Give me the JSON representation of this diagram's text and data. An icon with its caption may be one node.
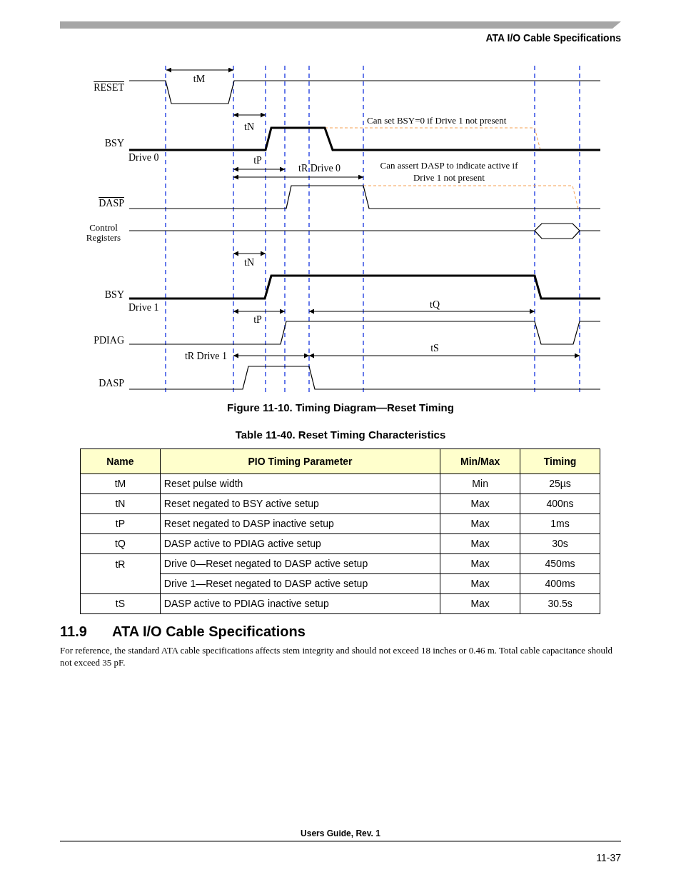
{
  "diagram": {
    "caption": "Figure 11-10. Timing Diagram—Reset Timing",
    "labels": [
      "ATA I/O Cable Specifications",
      "tM",
      "RESET",
      "tN",
      "Can set BSY=0 if Drive 1 not present",
      "BSY",
      "Drive 0",
      "tP",
      "tR Drive 0",
      "Can assert DASP to indicate active if Drive 1 not present",
      "DASP",
      "Control Registers",
      "tN",
      "BSY",
      "Drive 1",
      "tQ",
      "tP",
      "PDIAG",
      "tR Drive 1",
      "tS",
      "DASP",
      "Table 11-40. Reset Timing Characteristics",
      "Name",
      "PIO Timing Parameter",
      "Min/Max",
      "Timing",
      "tM",
      "Reset pulse width",
      "Min",
      "25µs",
      "tN",
      "Reset negated to BSY active setup",
      "Max",
      "400ns",
      "tP",
      "Reset negated to DASP inactive setup",
      "Max",
      "1ms",
      "tQ",
      "DASP active to PDIAG active setup",
      "Max",
      "30s",
      "tR",
      "Drive 0—Reset negated to DASP active setup",
      "Max",
      "450ms",
      "Drive 1—Reset negated to DASP active setup",
      "Max",
      "400ms",
      "tS",
      "DASP active to PDIAG inactive setup",
      "Max",
      "30.5s",
      "11.9",
      "ATA I/O Cable Specifications",
      "For reference, the standard ATA cable specifications affects stem integrity and should not exceed 18 inches or 0.46 m. Total cable capacitance should not exceed 35 pF.",
      "Users Guide, Rev. 1",
      "11-37"
    ]
  }
}
